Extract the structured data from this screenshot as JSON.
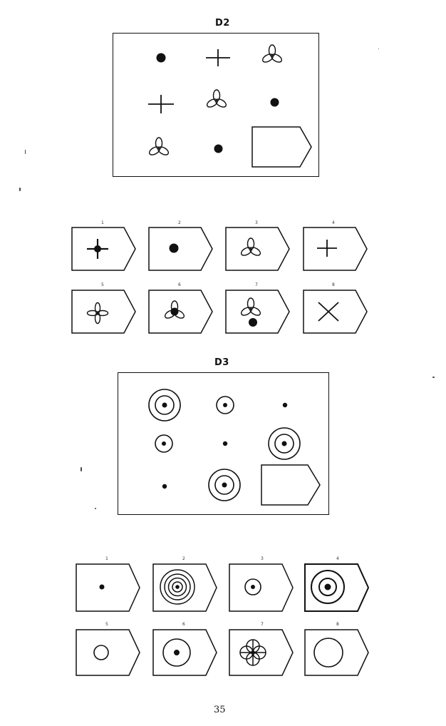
{
  "d2": {
    "title": "D2",
    "option_numbers": [
      "1",
      "2",
      "3",
      "4",
      "5",
      "6",
      "7",
      "8"
    ]
  },
  "d3": {
    "title": "D3",
    "option_numbers": [
      "1",
      "2",
      "3",
      "4",
      "5",
      "6",
      "7",
      "8"
    ]
  },
  "page_number": "35",
  "icons": {
    "d2_matrix": [
      "dot-icon",
      "cross-icon",
      "trefoil-icon",
      "cross-icon",
      "trefoil-icon",
      "dot-icon",
      "trefoil-icon",
      "dot-icon",
      "blank-answer-tag"
    ],
    "d2_options": [
      "dot-on-cross-icon",
      "dot-icon",
      "trefoil-icon",
      "cross-icon",
      "four-petal-icon",
      "dot-on-trefoil-icon",
      "trefoil-with-dot-icon",
      "x-cross-icon"
    ],
    "d3_matrix": [
      "double-ring-target-icon",
      "single-ring-target-icon",
      "dot-icon",
      "single-ring-target-icon",
      "dot-icon",
      "double-ring-target-icon",
      "dot-icon",
      "double-ring-target-icon",
      "blank-answer-tag"
    ],
    "d3_options": [
      "dot-icon",
      "quadruple-ring-target-icon",
      "single-ring-target-icon",
      "double-ring-target-icon",
      "small-circle-icon",
      "single-ring-target-icon",
      "four-circle-flower-icon",
      "large-circle-icon"
    ]
  }
}
